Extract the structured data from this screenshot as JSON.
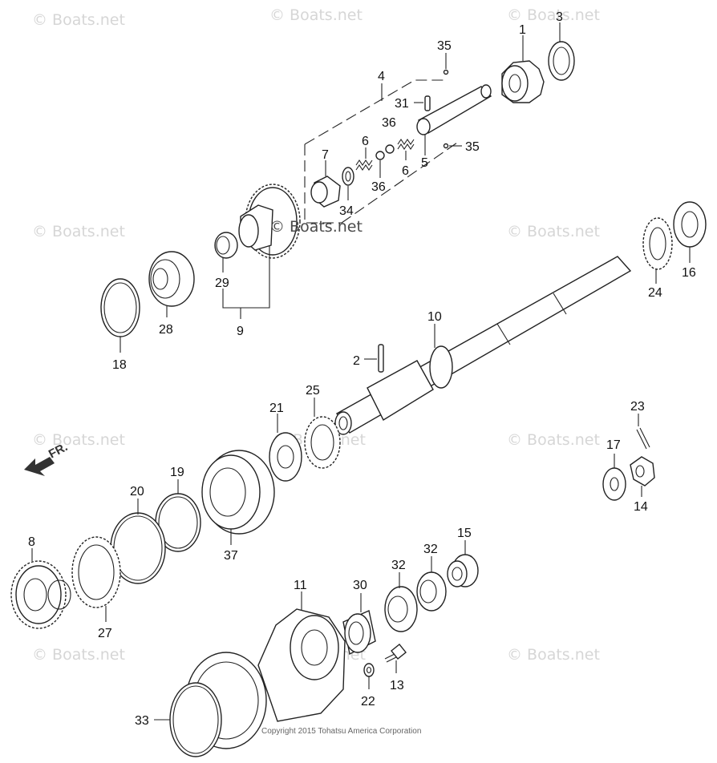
{
  "watermarks": {
    "w1": "© Boats.net",
    "w2": "© Boats.net",
    "w3": "© Boats.net",
    "w4": "© Boats.net",
    "w5": "© Boats.net",
    "w6": "© Boats.net",
    "w7": "© Boats.net",
    "w8": "© Boats.net",
    "w9": "© Boats.net",
    "w10": "© Boats.net",
    "w11": "© Boats.net",
    "center": "© Boats.net"
  },
  "direction_label": "FR.",
  "copyright": "Copyright 2015 Tohatsu America Corporation",
  "callouts": {
    "c1": "1",
    "c2": "2",
    "c3": "3",
    "c4": "4",
    "c5": "5",
    "c6a": "6",
    "c6b": "6",
    "c7": "7",
    "c8": "8",
    "c9": "9",
    "c10": "10",
    "c11": "11",
    "c13": "13",
    "c14": "14",
    "c15": "15",
    "c16": "16",
    "c17": "17",
    "c18": "18",
    "c19": "19",
    "c20": "20",
    "c21": "21",
    "c22": "22",
    "c23": "23",
    "c24": "24",
    "c25": "25",
    "c27": "27",
    "c28": "28",
    "c29": "29",
    "c30": "30",
    "c31": "31",
    "c32a": "32",
    "c32b": "32",
    "c33": "33",
    "c34": "34",
    "c35a": "35",
    "c35b": "35",
    "c36a": "36",
    "c36b": "36",
    "c37": "37"
  }
}
